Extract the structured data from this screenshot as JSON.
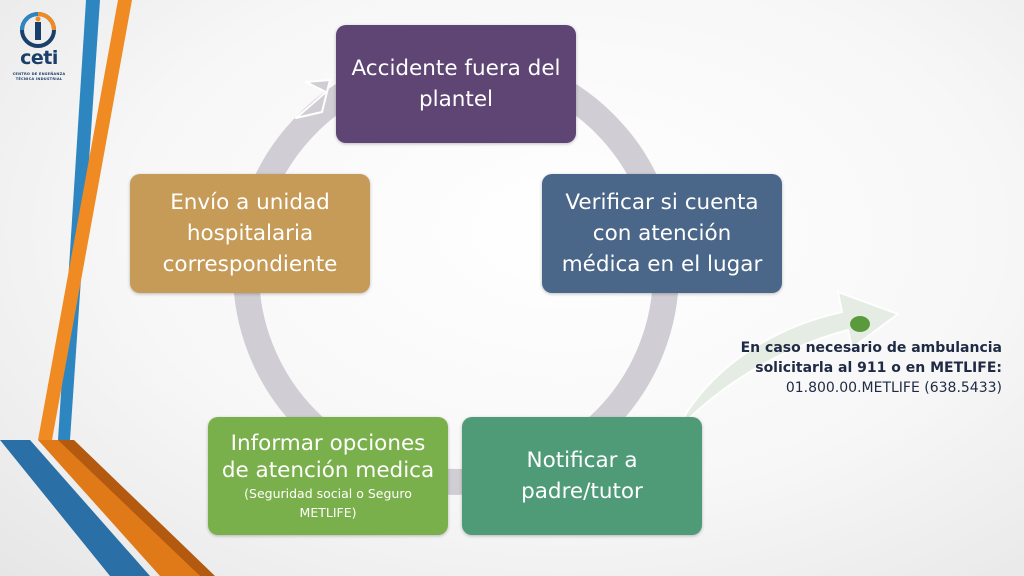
{
  "logo": {
    "word": "ceti",
    "line1": "CENTRO DE ENSEÑANZA",
    "line2": "TÉCNICA INDUSTRIAL"
  },
  "colors": {
    "step1": "#5f4574",
    "step2": "#4a6688",
    "step3": "#4f9b78",
    "step4": "#7ab04b",
    "step5": "#c59b57",
    "ring": "#d0ced4",
    "stripe_blue": "#2e86c1",
    "stripe_orange": "#ef8b22",
    "note_dot": "#5a9a3c"
  },
  "steps": [
    {
      "text": "Accidente fuera del plantel"
    },
    {
      "text": "Verificar si cuenta con atención médica en el lugar"
    },
    {
      "text": "Notificar a padre/tutor"
    },
    {
      "text": "Informar opciones de atención medica",
      "subtext": "(Seguridad social o Seguro METLIFE)"
    },
    {
      "text": "Envío a unidad hospitalaria correspondiente"
    }
  ],
  "note": {
    "bold": "En caso necesario de ambulancia solicitarla al 911 o en METLIFE:",
    "normal": "01.800.00.METLIFE (638.5433)"
  }
}
